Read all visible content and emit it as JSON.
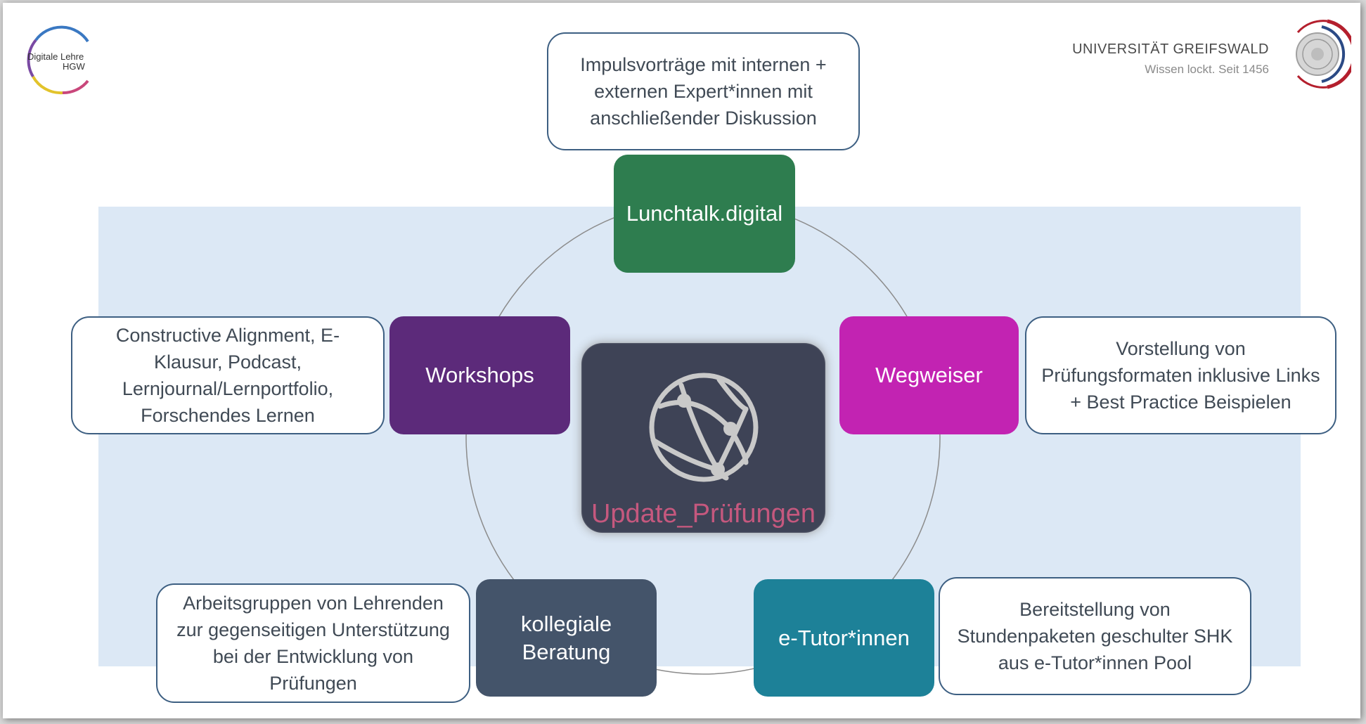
{
  "header": {
    "left_logo": {
      "line1": "Digitale Lehre",
      "line2": "HGW"
    },
    "university_name": "UNIVERSITÄT GREIFSWALD",
    "university_tagline": "Wissen lockt. Seit 1456"
  },
  "center": {
    "label": "Update_Prüfungen",
    "icon": "globe-network-icon",
    "color": "#3e4356",
    "label_color": "#c5587e"
  },
  "nodes": [
    {
      "id": "lunchtalk",
      "label": "Lunchtalk.digital",
      "color": "#2e7d4f"
    },
    {
      "id": "wegweiser",
      "label": "Wegweiser",
      "color": "#c223b2"
    },
    {
      "id": "etutor",
      "label": "e-Tutor*innen",
      "color": "#1d8198"
    },
    {
      "id": "kollegiale",
      "label": "kollegiale Beratung",
      "color": "#44546a"
    },
    {
      "id": "workshops",
      "label": "Workshops",
      "color": "#5c2a7a"
    }
  ],
  "callouts": [
    {
      "id": "lunchtalk",
      "text": "Impulsvorträge mit internen + externen Expert*innen mit anschließender Diskussion"
    },
    {
      "id": "wegweiser",
      "text": "Vorstellung von Prüfungsformaten inklusive Links + Best Practice Beispielen"
    },
    {
      "id": "etutor",
      "text": "Bereitstellung von Stundenpaketen geschulter SHK aus e-Tutor*innen Pool"
    },
    {
      "id": "kollegiale",
      "text": "Arbeitsgruppen von Lehrenden zur gegenseitigen Unterstützung bei der Entwicklung von Prüfungen"
    },
    {
      "id": "workshops",
      "text": "Constructive Alignment, E-Klausur, Podcast, Lernjournal/Lernportfolio, Forschendes Lernen"
    }
  ],
  "colors": {
    "band": "#dce8f5",
    "callout_border": "#3d5f82",
    "ring": "#8c8c8c"
  }
}
